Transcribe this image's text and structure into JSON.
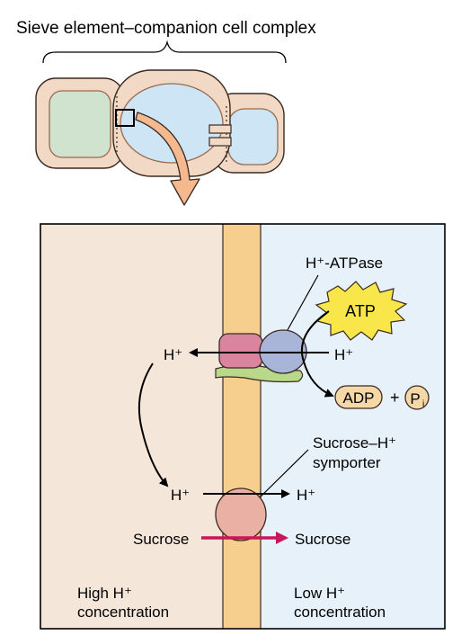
{
  "title": "Sieve element–companion cell complex",
  "labels": {
    "h_atpase": "H⁺-ATPase",
    "atp": "ATP",
    "adp": "ADP",
    "plus": "+",
    "pi": "P",
    "pi_sub": "i",
    "h_left_top": "H⁺",
    "h_right_top": "H⁺",
    "symporter_line1": "Sucrose–H⁺",
    "symporter_line2": "symporter",
    "h_left_bottom": "H⁺",
    "h_right_bottom": "H⁺",
    "sucrose_left": "Sucrose",
    "sucrose_right": "Sucrose",
    "high_line1": "High H⁺",
    "high_line2": "concentration",
    "low_line1": "Low H⁺",
    "low_line2": "concentration"
  },
  "colors": {
    "apoplast": "#f5e6da",
    "membrane": "#f6cf8e",
    "cytoplasm": "#e7f1f9",
    "cell_wall": "#f1d9c5",
    "cell_outline": "#3a2a20",
    "vacuole_green": "#cfe3cf",
    "vacuole_blue": "#cde5f4",
    "atpase_left": "#d9859f",
    "atpase_right": "#a8b4d8",
    "anchor": "#b9d88a",
    "atp_burst": "#f8e64a",
    "adp_fill": "#f5d7a8",
    "symporter": "#eab0a4",
    "sucrose_arrow": "#c8175a",
    "big_arrow": "#f4b98e"
  }
}
